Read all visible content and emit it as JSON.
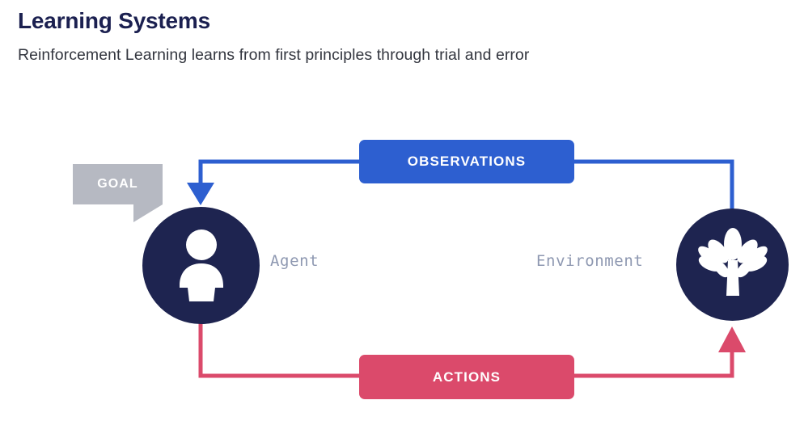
{
  "header": {
    "title": "Learning Systems",
    "subtitle": "Reinforcement Learning learns from first principles through trial and error"
  },
  "diagram": {
    "type": "reinforcement-learning-loop",
    "nodes": [
      {
        "id": "agent",
        "label": "Agent",
        "icon": "person-icon",
        "color": "#1e2450"
      },
      {
        "id": "environment",
        "label": "Environment",
        "icon": "tree-icon",
        "color": "#1e2450"
      }
    ],
    "callout": {
      "label": "GOAL",
      "color": "#b6b9c2",
      "points_to": "agent"
    },
    "flows": [
      {
        "id": "observations",
        "label": "OBSERVATIONS",
        "color": "#2d5fd0",
        "from": "environment",
        "to": "agent",
        "direction": "environment-to-agent"
      },
      {
        "id": "actions",
        "label": "ACTIONS",
        "color": "#db4a6b",
        "from": "agent",
        "to": "environment",
        "direction": "agent-to-environment"
      }
    ]
  },
  "colors": {
    "title": "#1b2050",
    "subtitle": "#33363f",
    "node_fill": "#1e2450",
    "node_label": "#8e98b1",
    "observations": "#2d5fd0",
    "actions": "#db4a6b",
    "goal": "#b6b9c2",
    "background": "#ffffff"
  }
}
